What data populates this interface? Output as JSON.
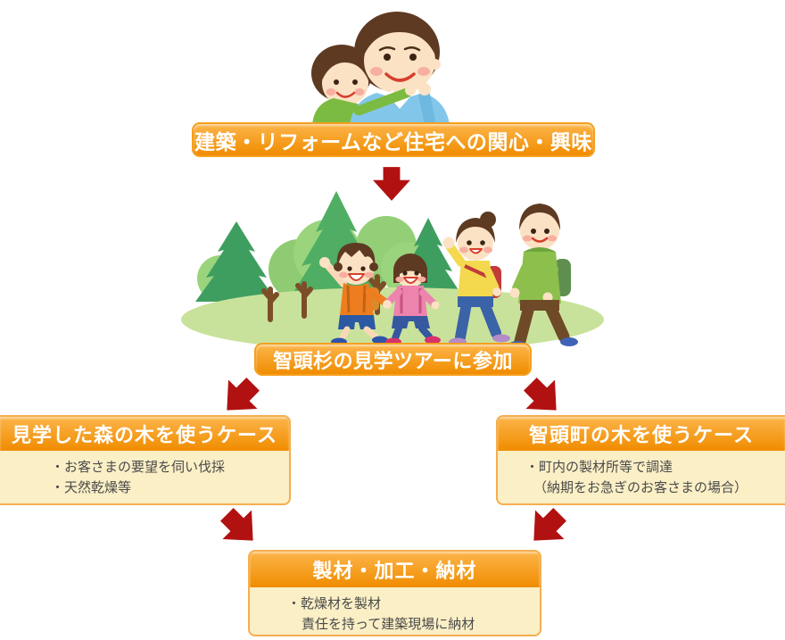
{
  "colors": {
    "background": "#FFFFFF",
    "banner_top": "#FCB54A",
    "banner_bottom": "#F08C00",
    "banner_border": "#F5A01E",
    "body_bg": "#FBEFC6",
    "body_border": "#F6AE4F",
    "header_text": "#FFFFFF",
    "body_text": "#4A4A4A",
    "arrow": "#B21111"
  },
  "banners": {
    "interest": "建築・リフォームなど住宅への関心・興味",
    "tour": "智頭杉の見学ツアーに参加"
  },
  "boxes": {
    "forest_case": {
      "title": "見学した森の木を使うケース",
      "line1": "・お客さまの要望を伺い伐採",
      "line2": "・天然乾燥等"
    },
    "town_case": {
      "title": "智頭町の木を使うケース",
      "line1": "・町内の製材所等で調達",
      "line2": "（納期をお急ぎのお客さまの場合）"
    },
    "mill_case": {
      "title": "製材・加工・納材",
      "line1": "・乾燥材を製材",
      "line2": "責任を持って建築現場に納材"
    }
  },
  "icons": {
    "arrow_down": "red-down-arrow",
    "arrow_down_left": "red-down-left-arrow",
    "arrow_down_right": "red-down-right-arrow",
    "father_child": "father-carrying-child-illustration",
    "family_forest": "family-walking-in-forest-illustration"
  }
}
